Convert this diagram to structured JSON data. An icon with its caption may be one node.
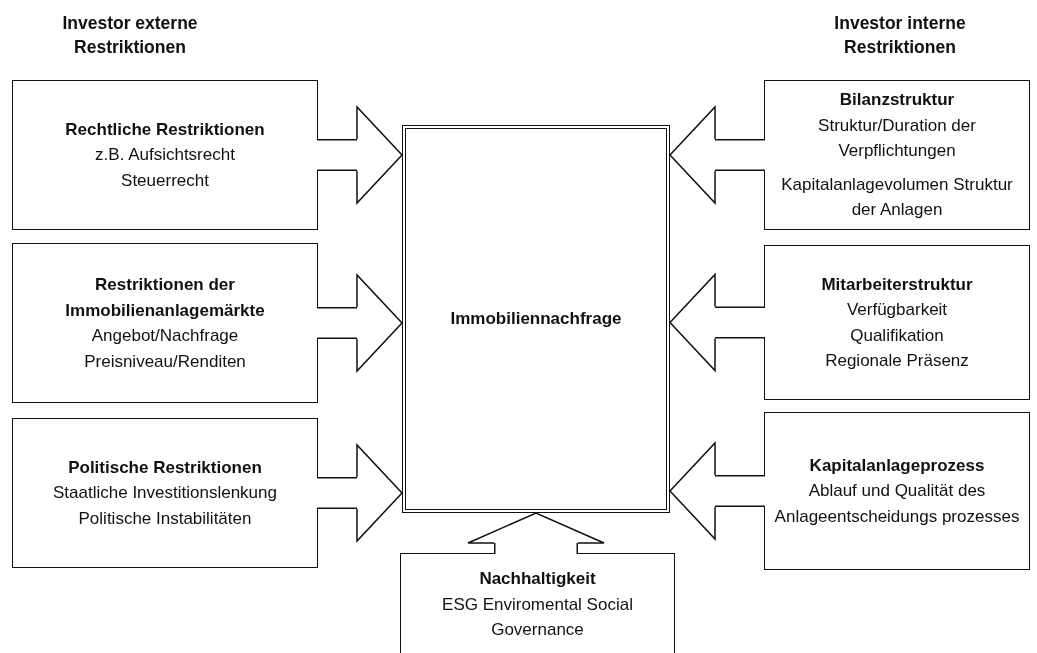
{
  "diagram": {
    "nodes": [
      {
        "text": [
          "Rechtliche Restriktionen",
          "z.B. Aufsichtsrecht",
          "Steuerrecht"
        ]
      },
      {
        "text": [
          "Restriktionen der Immobilienanlagemärkte",
          "Angebot/Nachfrage",
          "Preisniveau/Renditen"
        ]
      },
      {
        "text": [
          "Politische Restriktionen",
          "Staatliche Investitionslenkung",
          "Politische Instabilitäten"
        ]
      },
      {
        "text": [
          "Immobiliennachfrage"
        ]
      },
      {
        "text": [
          "Bilanzstruktur",
          "Struktur/Duration der Verpflichtungen",
          "Kapitalanlagevolumen Struktur der Anlagen"
        ]
      },
      {
        "text": [
          "Mitarbeiterstruktur",
          "Verfügbarkeit",
          "Qualifikation",
          "Regionale Präsenz"
        ]
      },
      {
        "text": [
          "Kapitalanlageprozess",
          "Ablauf und Qualität des Anlageentscheidungs prozesses"
        ]
      },
      {
        "text": [
          "Nachhaltigkeit",
          "ESG  Enviromental Social Governance"
        ]
      }
    ],
    "edges": [
      {
        "from": 0,
        "to": 3,
        "arrow": "to"
      },
      {
        "from": 1,
        "to": 3,
        "arrow": "to"
      },
      {
        "from": 2,
        "to": 3,
        "arrow": "to"
      },
      {
        "from": 4,
        "to": 3,
        "arrow": "to"
      },
      {
        "from": 5,
        "to": 3,
        "arrow": "to"
      },
      {
        "from": 6,
        "to": 3,
        "arrow": "to"
      },
      {
        "from": 7,
        "to": 3,
        "arrow": "to"
      }
    ],
    "labels": [
      "Investor externe Restriktionen",
      "Investor interne Restriktionen"
    ]
  }
}
